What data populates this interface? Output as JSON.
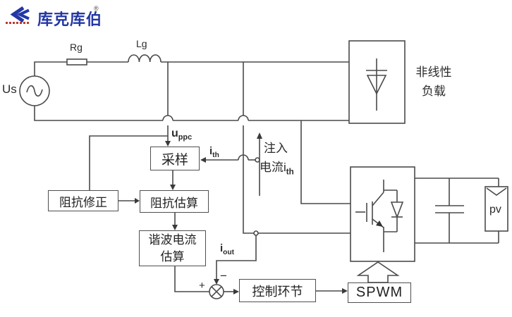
{
  "logo": {
    "brand": "库克库伯",
    "registered": "®",
    "brand_color": "#2337a5",
    "accent_red": "#c0392b"
  },
  "circuit": {
    "source_label": "Us",
    "grid_resistor": "Rg",
    "grid_inductor": "Lg"
  },
  "signals": {
    "uppc_base": "u",
    "uppc_sub": "ppc",
    "ith_base": "i",
    "ith_sub": "th",
    "inject_line1": "注入",
    "inject_line2_base": "电流i",
    "inject_line2_sub": "th",
    "iout_base": "i",
    "iout_sub": "out",
    "plus": "+",
    "minus": "−"
  },
  "blocks": {
    "sampling": "采样",
    "impedance_correction": "阻抗修正",
    "impedance_estimation": "阻抗估算",
    "harmonic_line1": "谐波电流",
    "harmonic_line2": "估算",
    "control_loop": "控制环节",
    "spwm": "SPWM",
    "pv": "pv",
    "nonlinear_load_line1": "非线性",
    "nonlinear_load_line2": "负载"
  },
  "colors": {
    "wire": "#4a4a4a",
    "text": "#2b2b2b"
  }
}
